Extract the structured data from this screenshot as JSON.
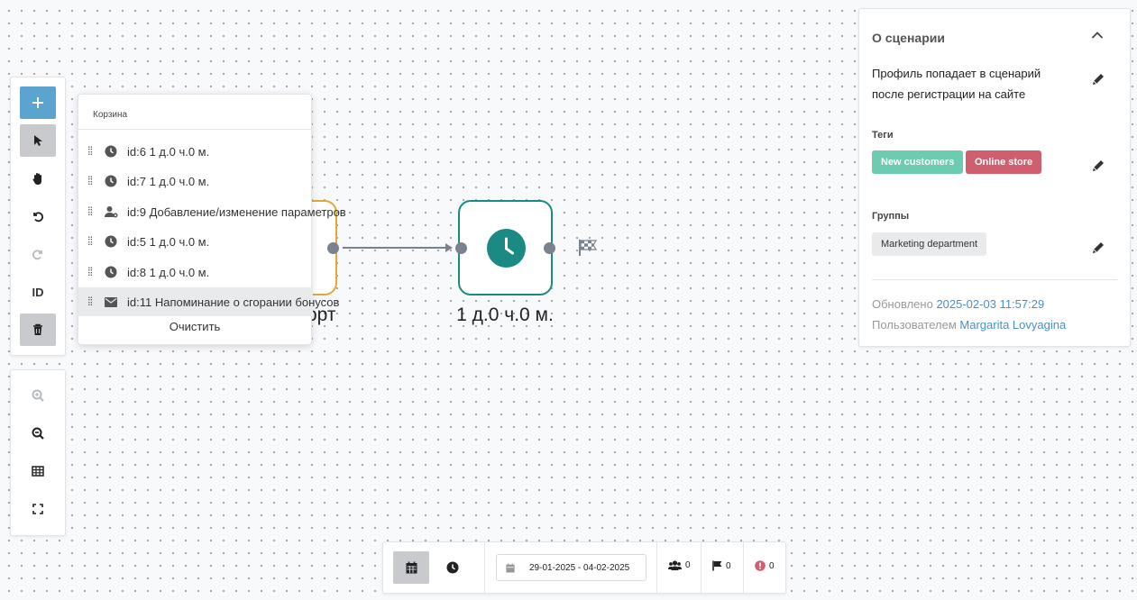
{
  "toolbar": {
    "id_label": "ID"
  },
  "basket": {
    "title": "Корзина",
    "items": [
      {
        "icon": "clock-icon",
        "label": "id:6 1 д.0 ч.0 м."
      },
      {
        "icon": "clock-icon",
        "label": "id:7 1 д.0 ч.0 м."
      },
      {
        "icon": "user-gear-icon",
        "label": "id:9 Добавление/изменение параметров"
      },
      {
        "icon": "clock-icon",
        "label": "id:5 1 д.0 ч.0 м."
      },
      {
        "icon": "clock-icon",
        "label": "id:8 1 д.0 ч.0 м."
      },
      {
        "icon": "envelope-icon",
        "label": "id:11 Напоминание о сгорании бонусов"
      }
    ],
    "clear_label": "Очистить"
  },
  "canvas": {
    "start_node_label": "орт",
    "timer_node_label": "1 д.0 ч.0 м.",
    "start_color": "#e0a93a",
    "timer_color": "#1a8a82"
  },
  "info": {
    "title": "О сценарии",
    "description": "Профиль попадает в сценарий после регистрации на сайте",
    "tags_label": "Теги",
    "tags": [
      {
        "label": "New customers",
        "color": "#6ccbb0"
      },
      {
        "label": "Online store",
        "color": "#cf5f6e"
      }
    ],
    "groups_label": "Группы",
    "groups": [
      "Marketing department"
    ],
    "updated_prefix": "Обновлено",
    "updated_at": "2025-02-03 11:57:29",
    "user_prefix": "Пользователем",
    "user_name": "Margarita Lovyagina"
  },
  "bottom_bar": {
    "date_range": "29-01-2025 - 04-02-2025",
    "profiles_count": "0",
    "flags_count": "0",
    "errors_count": "0"
  }
}
